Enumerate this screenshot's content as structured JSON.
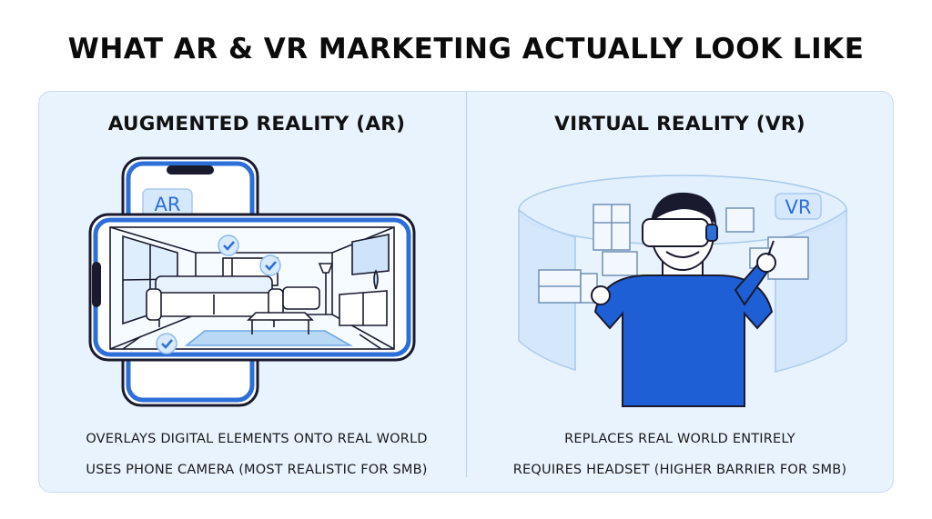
{
  "title": "WHAT AR & VR MARKETING ACTUALLY LOOK LIKE",
  "ar": {
    "heading": "AUGMENTED REALITY (AR)",
    "badge": "AR",
    "line1": "OVERLAYS DIGITAL ELEMENTS ONTO REAL WORLD",
    "line2": "USES PHONE CAMERA (MOST REALISTIC FOR SMB)"
  },
  "vr": {
    "heading": "VIRTUAL REALITY (VR)",
    "badge": "VR",
    "line1": "REPLACES REAL WORLD ENTIRELY",
    "line2": "REQUIRES HEADSET (HIGHER BARRIER FOR SMB)"
  },
  "colors": {
    "accent": "#2d6fd8",
    "panel": "#e9f3fd",
    "outline": "#1a1a2e"
  }
}
